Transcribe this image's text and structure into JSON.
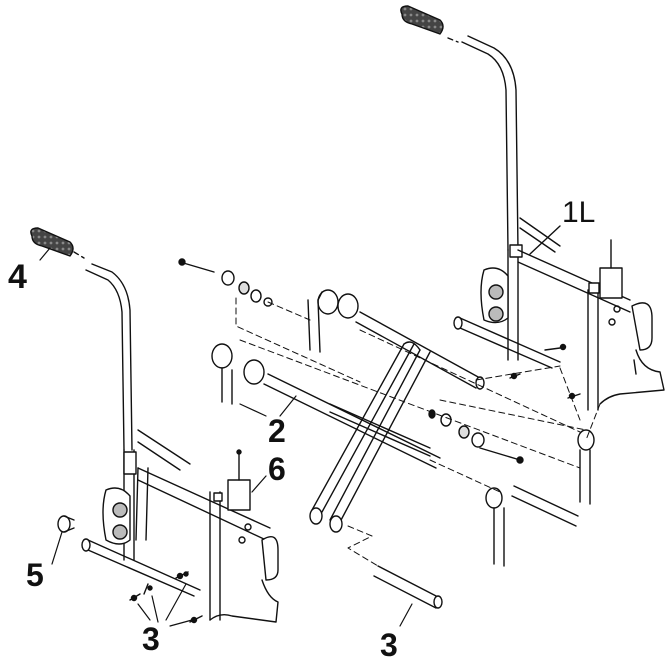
{
  "colors": {
    "line": "#111111",
    "fill": "#ffffff",
    "grip": "#333333",
    "shade": "#dddddd"
  },
  "callouts": {
    "part_1L": "1L",
    "part_2": "2",
    "part_3_left": "3",
    "part_3_bottom": "3",
    "part_4": "4",
    "part_5": "5",
    "part_6": "6"
  }
}
